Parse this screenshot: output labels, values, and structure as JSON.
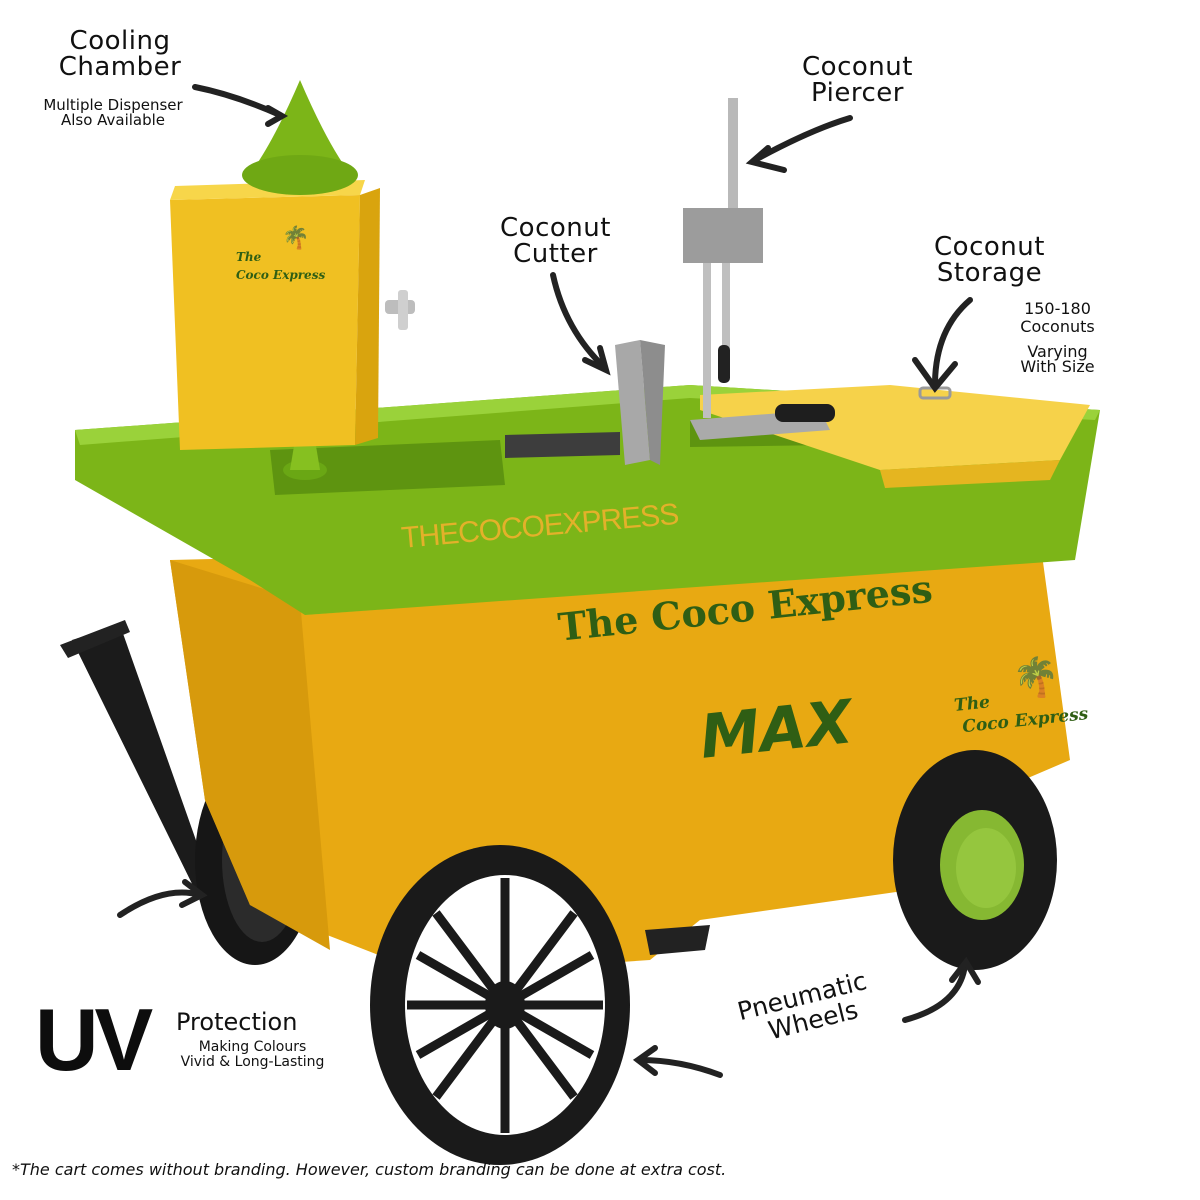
{
  "callouts": {
    "cooling_chamber": {
      "title_line1": "Cooling",
      "title_line2": "Chamber",
      "sub_line1": "Multiple Dispenser",
      "sub_line2": "Also Available"
    },
    "coconut_piercer": {
      "title_line1": "Coconut",
      "title_line2": "Piercer"
    },
    "coconut_cutter": {
      "title_line1": "Coconut",
      "title_line2": "Cutter"
    },
    "coconut_storage": {
      "title_line1": "Coconut",
      "title_line2": "Storage",
      "sub_line1": "150-180",
      "sub_line2": "Coconuts",
      "sub_line3": "Varying",
      "sub_line4": "With Size"
    },
    "uv_protection": {
      "big": "UV",
      "title": "Protection",
      "sub_line1": "Making Colours",
      "sub_line2": "Vivid & Long-Lasting"
    },
    "pneumatic_wheels": {
      "title_line1": "Pneumatic",
      "title_line2": "Wheels"
    }
  },
  "cart": {
    "rim_text": "THECOCOEXPRESS",
    "brand_name": "The Coco Express",
    "model": "MAX",
    "logo_line1": "The",
    "logo_line2": "Coco Express",
    "colors": {
      "body_yellow": "#E8A912",
      "top_green": "#7CB518",
      "brand_green": "#2F5E14",
      "rim_text_yellow": "#E3B12A",
      "wheel_black": "#1A1A1A",
      "hub_green": "#86B832"
    }
  },
  "footnote": "*The cart comes without branding. However, custom branding can be done at extra cost."
}
